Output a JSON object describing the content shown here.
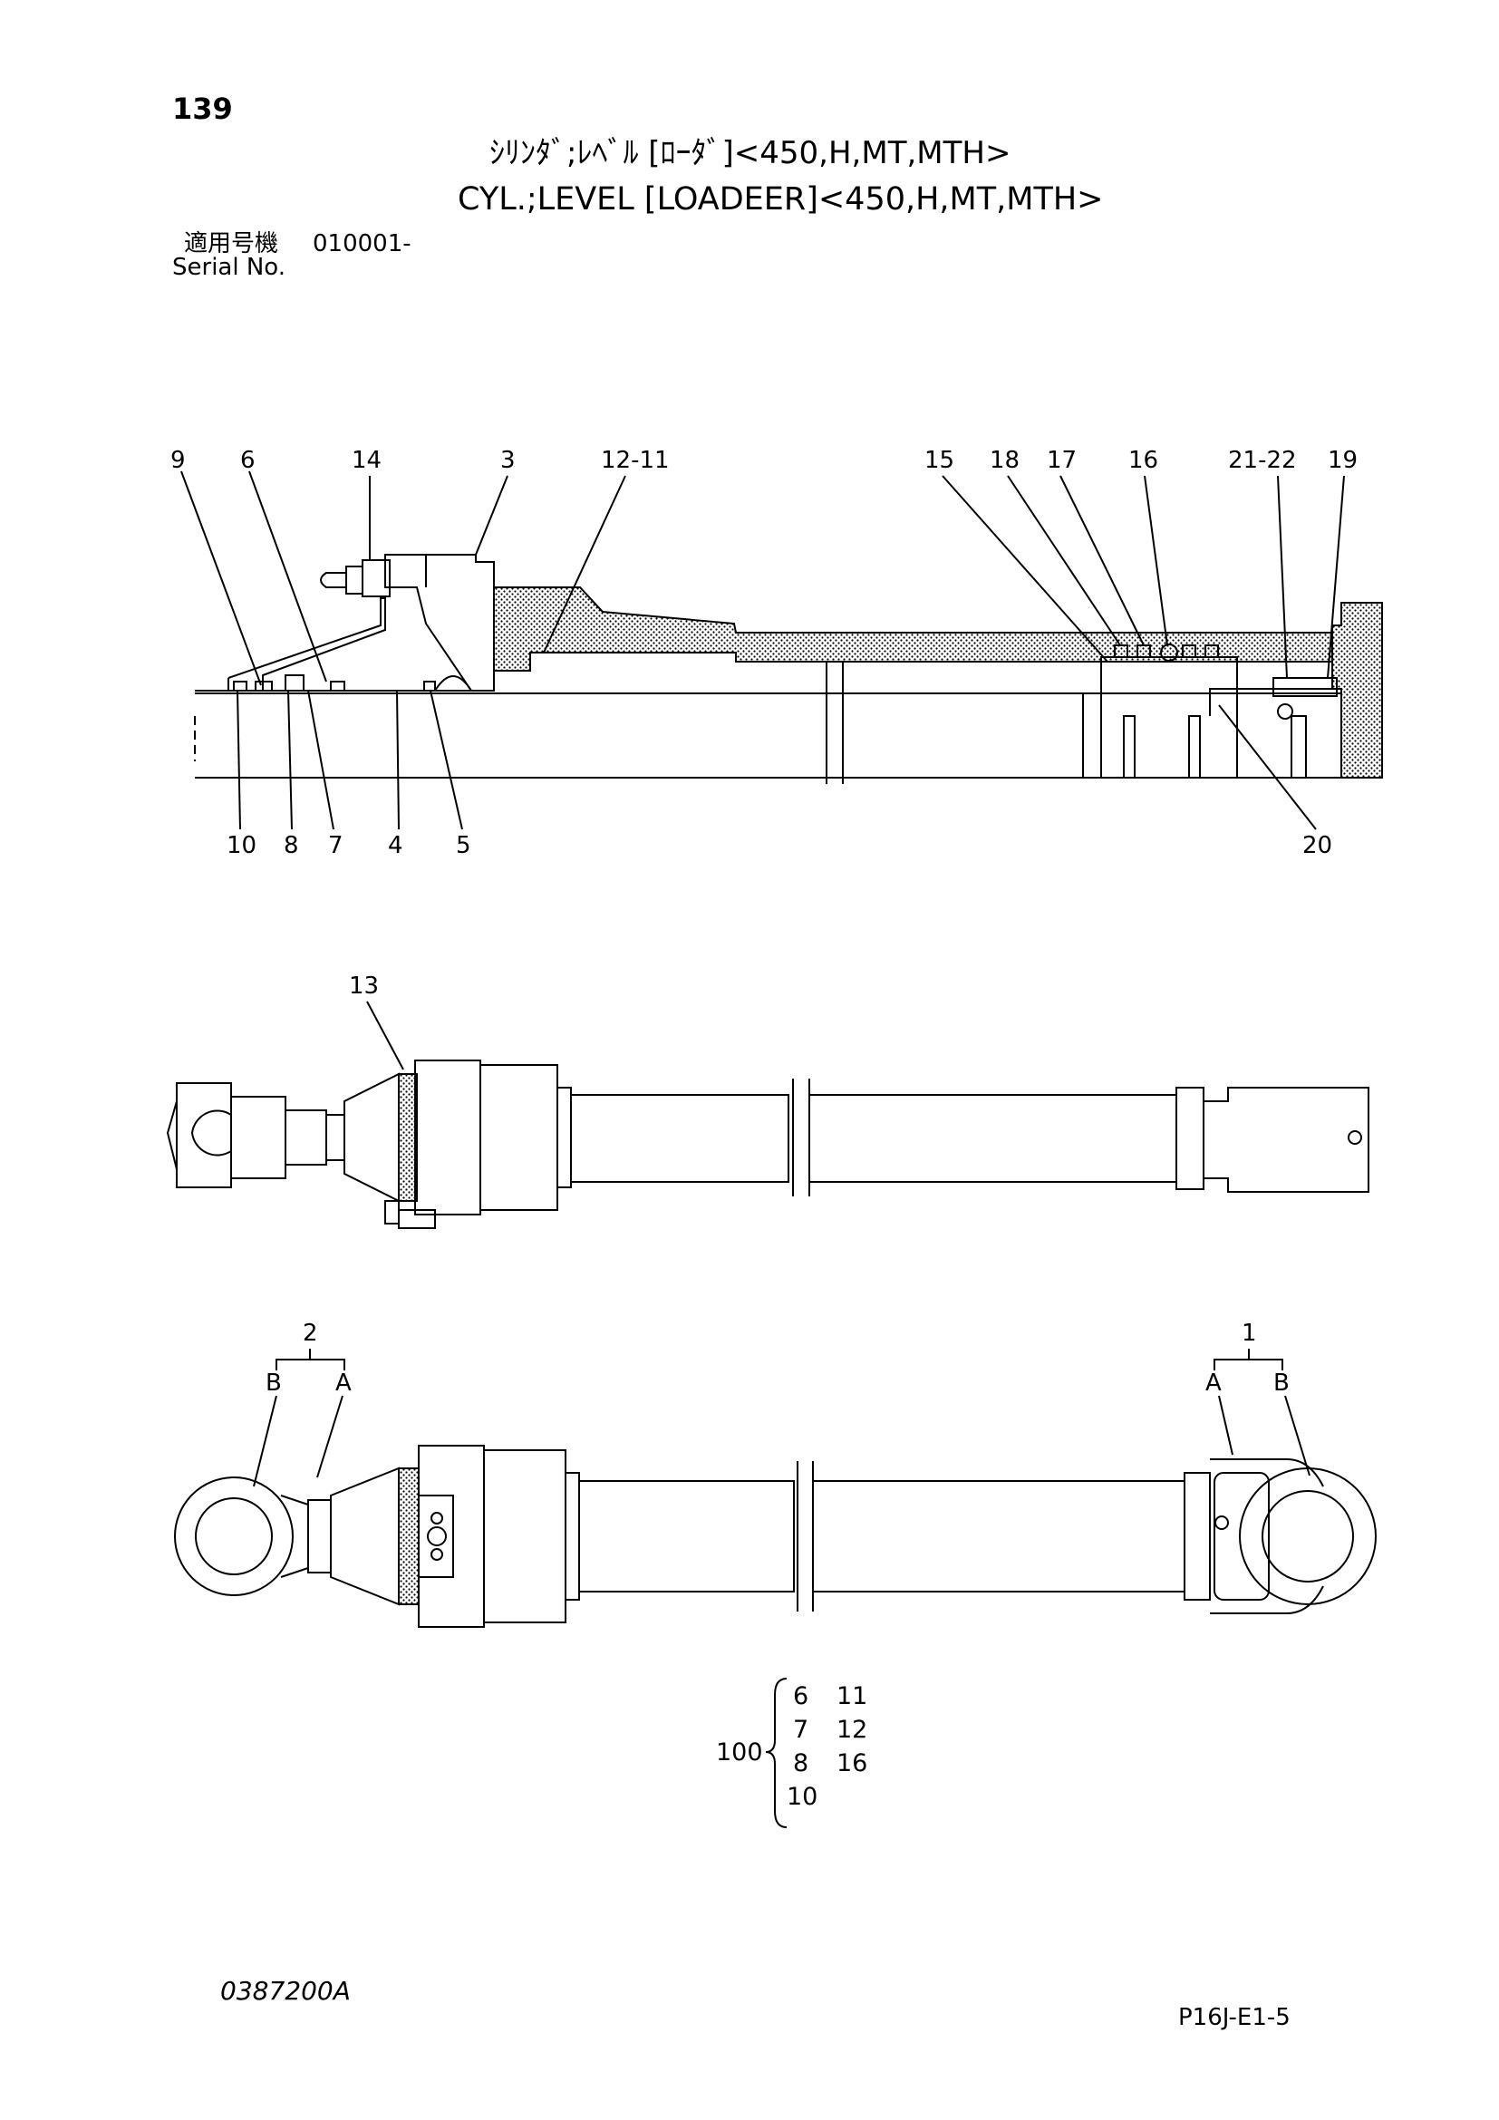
{
  "header": {
    "page_number": "139",
    "title_jp": "ｼﾘﾝﾀﾞ;ﾚﾍﾞﾙ [ﾛｰﾀﾞ]<450,H,MT,MTH>",
    "title_en": "CYL.;LEVEL [LOADEER]<450,H,MT,MTH>",
    "serial_label_jp": "適用号機",
    "serial_value": "010001-",
    "serial_label_en": "Serial No."
  },
  "section_labels": {
    "top": [
      "9",
      "6",
      "14",
      "3",
      "12-11",
      "15",
      "18",
      "17",
      "16",
      "21-22",
      "19"
    ],
    "bottom": [
      "10",
      "8",
      "7",
      "4",
      "5",
      "20"
    ]
  },
  "assembly_labels": {
    "part_13": "13",
    "part_2": "2",
    "part_1": "1",
    "b_left": "B",
    "a_left": "A",
    "a_right": "A",
    "b_right": "B"
  },
  "seal_kit": {
    "kit_number": "100",
    "col1": [
      "6",
      "7",
      "8",
      "10"
    ],
    "col2": [
      "11",
      "12",
      "16"
    ]
  },
  "footer": {
    "doc_code": "0387200A",
    "page_ref": "P16J-E1-5"
  }
}
